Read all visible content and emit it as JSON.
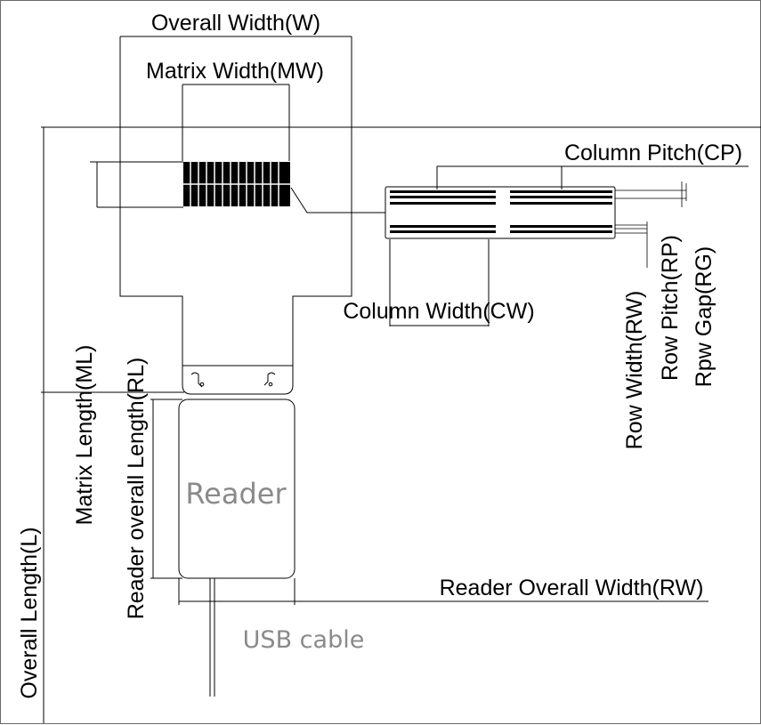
{
  "labels": {
    "overall_width": "Overall Width(W)",
    "matrix_width": "Matrix Width(MW)",
    "column_pitch": "Column Pitch(CP)",
    "column_width": "Column Width(CW)",
    "row_width": "Row Width(RW)",
    "row_pitch": "Row Pitch(RP)",
    "row_gap": "Rpw Gap(RG)",
    "matrix_length": "Matrix Length(ML)",
    "reader_overall_length": "Reader overall Length(RL)",
    "overall_length": "Overall Length(L)",
    "reader_overall_width": "Reader Overall Width(RW)",
    "reader": "Reader",
    "usb_cable": "USB cable"
  },
  "colors": {
    "line": "#000000",
    "reader_text": "#8a8a8a",
    "frame": "#6a6a6a"
  }
}
